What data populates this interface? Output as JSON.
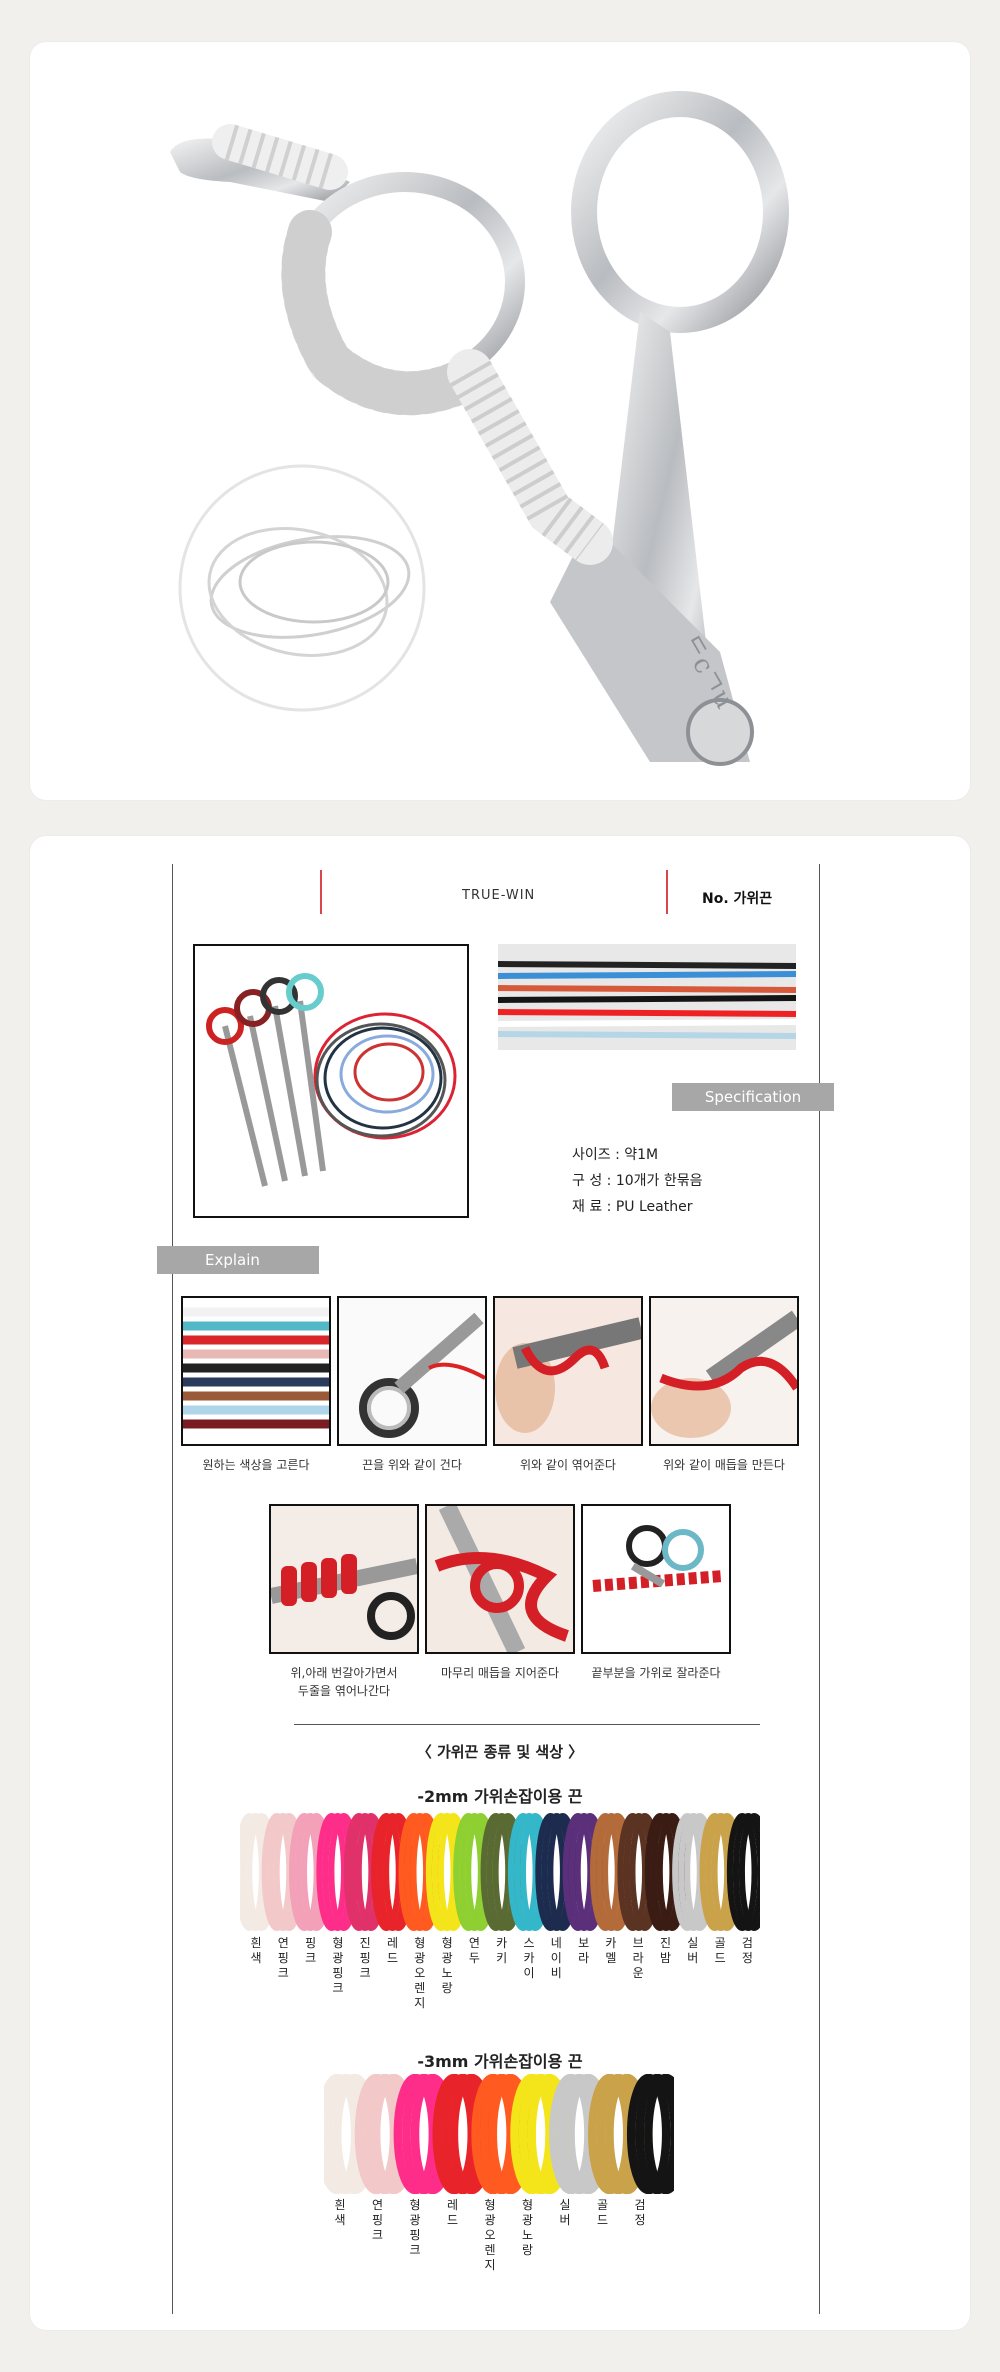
{
  "header": {
    "brand": "TRUE-WIN",
    "product_no": "No. 가위끈"
  },
  "specification": {
    "label": "Specification",
    "size": "사이즈 : 약1M",
    "composition": "구   성 : 10개가 한묶음",
    "material": "재   료 : PU Leather"
  },
  "explain": {
    "label": "Explain",
    "steps": [
      "원하는 색상을 고른다",
      "끈을 위와 같이 건다",
      "위와 같이 엮어준다",
      "위와 같이 매듭을 만든다",
      "위,아래 번갈아가면서",
      "두줄을 엮어나간다",
      "마무리 매듭을 지어준다",
      "끝부분을 가위로 잘라준다"
    ]
  },
  "colors_section": {
    "title": "〈 가위끈 종류 및 색상 〉",
    "mm2_title": "-2mm 가위손잡이용 끈",
    "mm3_title": "-3mm 가위손잡이용 끈",
    "mm2_colors": [
      {
        "name": "흰색",
        "hex": "#f3ebe3"
      },
      {
        "name": "연핑크",
        "hex": "#f2c9c8"
      },
      {
        "name": "핑크",
        "hex": "#f2a1b8"
      },
      {
        "name": "형광핑크",
        "hex": "#ff2d8a"
      },
      {
        "name": "진핑크",
        "hex": "#e0316a"
      },
      {
        "name": "레드",
        "hex": "#e8242a"
      },
      {
        "name": "형광오렌지",
        "hex": "#ff5a1f"
      },
      {
        "name": "형광노랑",
        "hex": "#f4e51a"
      },
      {
        "name": "연두",
        "hex": "#8ed032"
      },
      {
        "name": "카키",
        "hex": "#5a6a33"
      },
      {
        "name": "스카이",
        "hex": "#33b7c9"
      },
      {
        "name": "네이비",
        "hex": "#1d2b4e"
      },
      {
        "name": "보라",
        "hex": "#5b2f7a"
      },
      {
        "name": "카멜",
        "hex": "#b46b3a"
      },
      {
        "name": "브라운",
        "hex": "#5a3322"
      },
      {
        "name": "진밤",
        "hex": "#3a1c14"
      },
      {
        "name": "실버",
        "hex": "#c8c8c8"
      },
      {
        "name": "골드",
        "hex": "#c9a24a"
      },
      {
        "name": "검정",
        "hex": "#141414"
      }
    ],
    "mm3_colors": [
      {
        "name": "흰색",
        "hex": "#f3ebe3"
      },
      {
        "name": "연핑크",
        "hex": "#f2c9c8"
      },
      {
        "name": "형광핑크",
        "hex": "#ff2d8a"
      },
      {
        "name": "레드",
        "hex": "#e8242a"
      },
      {
        "name": "형광오렌지",
        "hex": "#ff5a1f"
      },
      {
        "name": "형광노랑",
        "hex": "#f4e51a"
      },
      {
        "name": "실버",
        "hex": "#c8c8c8"
      },
      {
        "name": "골드",
        "hex": "#c9a24a"
      },
      {
        "name": "검정",
        "hex": "#141414"
      }
    ]
  }
}
